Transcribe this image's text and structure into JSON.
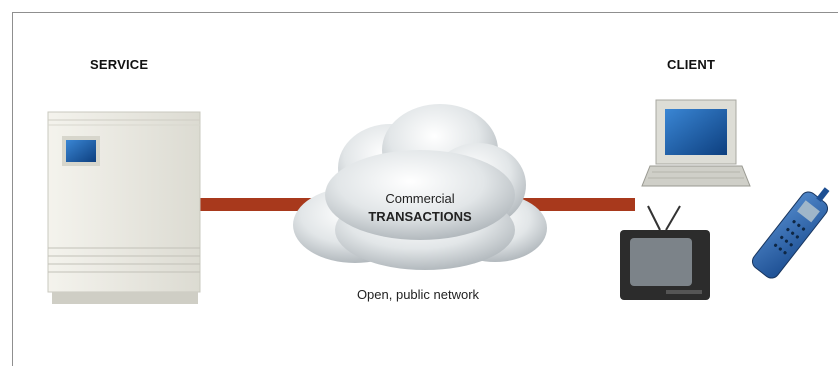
{
  "labels": {
    "service": "SERVICE",
    "client": "CLIENT",
    "cloud_line1": "Commercial",
    "cloud_line2": "TRANSACTIONS",
    "network": "Open, public network"
  },
  "colors": {
    "link": "#a8391c",
    "server_body": "#e9e8e1",
    "cloud": "#dfe3e5",
    "screen": "#1f5fa8"
  },
  "icons": [
    "server-icon",
    "cloud-icon",
    "laptop-icon",
    "tv-icon",
    "cellphone-icon"
  ]
}
